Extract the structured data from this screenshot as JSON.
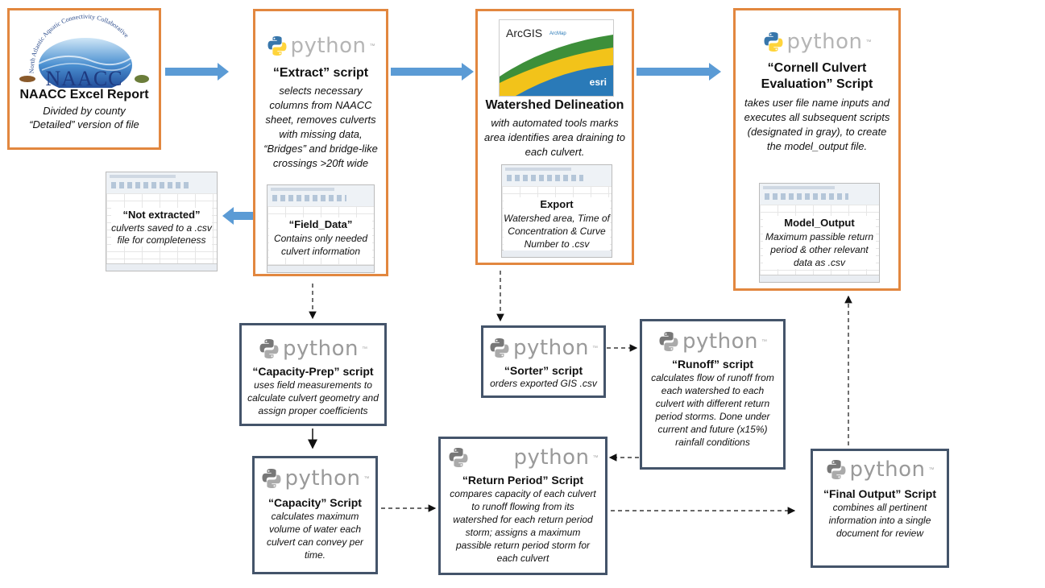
{
  "naacc": {
    "arc_text": "North Atlantic Aquatic Connectivity Collaborative",
    "logo_text": "NAACC",
    "title": "NAACC Excel Report",
    "desc": "Divided by county “Detailed” version of file"
  },
  "python_word": "python",
  "extract": {
    "title": "“Extract” script",
    "desc": "selects necessary columns from NAACC sheet, removes culverts with missing data, “Bridges” and bridge-like crossings >20ft wide",
    "field_title": "“Field_Data”",
    "field_desc": "Contains only needed culvert information"
  },
  "not_extracted": {
    "title": "“Not extracted”",
    "desc": "culverts saved to a .csv file for completeness"
  },
  "watershed": {
    "arcgis_brand": "ArcGIS",
    "arcmap": "ArcMap",
    "esri": "esri",
    "title": "Watershed Delineation",
    "desc": "with automated tools marks area identifies area draining to each culvert.",
    "export_title": "Export",
    "export_desc": "Watershed area, Time of Concentration & Curve Number to .csv"
  },
  "cornell": {
    "title": "“Cornell Culvert Evaluation” Script",
    "desc": "takes user file name inputs and executes all subsequent scripts (designated in gray), to create the model_output file.",
    "output_title": "Model_Output",
    "output_desc": "Maximum passible return period & other relevant data as .csv"
  },
  "capacity_prep": {
    "title": "“Capacity-Prep” script",
    "desc": "uses field measurements to calculate culvert geometry and assign proper coefficients"
  },
  "sorter": {
    "title": "“Sorter” script",
    "desc": "orders exported GIS .csv"
  },
  "runoff": {
    "title": "“Runoff” script",
    "desc": "calculates flow of runoff from each watershed to each culvert with different return period storms. Done under current and future (x15%) rainfall conditions"
  },
  "capacity": {
    "title": "“Capacity” Script",
    "desc": "calculates maximum volume of water each culvert can convey per time."
  },
  "return_period": {
    "title": "“Return Period” Script",
    "desc": "compares capacity of each culvert to runoff flowing from its watershed for each return period storm; assigns a maximum passible return period storm for each culvert"
  },
  "final_output": {
    "title": "“Final Output” Script",
    "desc": "combines all pertinent information into a single document for review"
  },
  "colors": {
    "orange_border": "#e2873f",
    "slate_border": "#44546a",
    "blue_arrow": "#5b9bd5",
    "python_blue": "#3776ab",
    "python_yellow": "#ffd43b"
  }
}
